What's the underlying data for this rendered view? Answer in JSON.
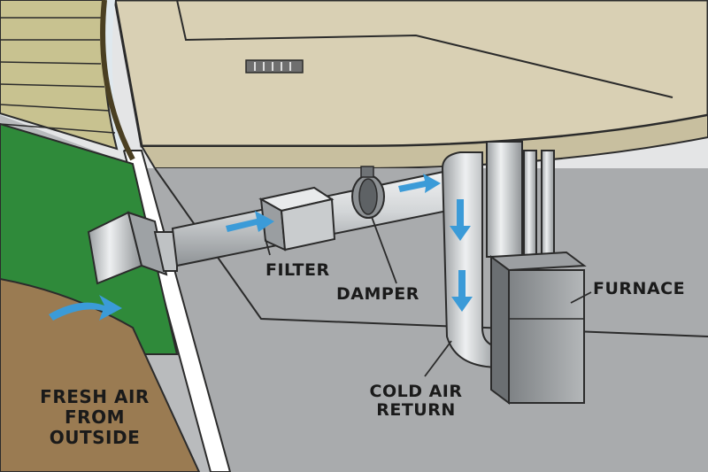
{
  "labels": {
    "filter": "FILTER",
    "damper": "DAMPER",
    "furnace": "FURNACE",
    "cold_air_return": [
      "COLD AIR",
      "RETURN"
    ],
    "fresh_air": [
      "FRESH AIR",
      "FROM",
      "OUTSIDE"
    ]
  },
  "colors": {
    "ceiling": "#d9d0b4",
    "floor": "#a9abad",
    "wall": "#e4e5e6",
    "siding": "#c8c290",
    "grass": "#2f8a3a",
    "soil": "#9a7b52",
    "duct": "#c9ccce",
    "airflow_arrow": "#3b9bd8",
    "outline": "#2b2b2b"
  },
  "icons": [
    "airflow-arrow-icon",
    "ceiling-vent-icon"
  ]
}
